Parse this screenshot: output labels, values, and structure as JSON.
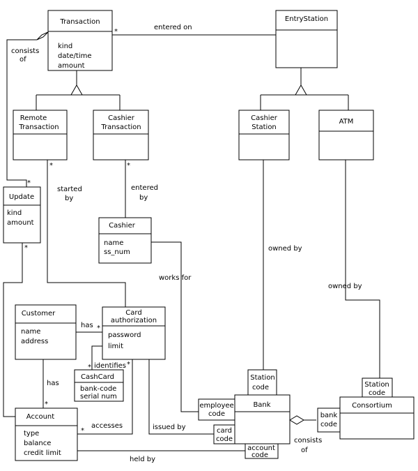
{
  "classes": {
    "transaction": {
      "name": "Transaction",
      "attrs": [
        "kind",
        "date/time",
        "amount"
      ]
    },
    "entry_station": {
      "name": "EntryStation"
    },
    "remote_transaction": {
      "name": [
        "Remote",
        "Transaction"
      ]
    },
    "cashier_transaction": {
      "name": [
        "Cashier",
        "Transaction"
      ]
    },
    "cashier_station": {
      "name": [
        "Cashier",
        "Station"
      ]
    },
    "atm": {
      "name": "ATM"
    },
    "update": {
      "name": "Update",
      "attrs": [
        "kind",
        "amount"
      ]
    },
    "cashier": {
      "name": "Cashier",
      "attrs": [
        "name",
        "ss_num"
      ]
    },
    "customer": {
      "name": "Customer",
      "attrs": [
        "name",
        "address"
      ]
    },
    "card_authorization": {
      "name": [
        "Card",
        "authorization"
      ],
      "attrs": [
        "password",
        "limit"
      ]
    },
    "cash_card": {
      "name": "CashCard",
      "attrs": [
        "bank-code",
        "serial num"
      ]
    },
    "account": {
      "name": "Account",
      "attrs": [
        "type",
        "balance",
        "credit limit"
      ]
    },
    "bank": {
      "name": "Bank"
    },
    "consortium": {
      "name": "Consortium"
    }
  },
  "qualifiers": {
    "station_code_bank": [
      "Station",
      "code"
    ],
    "station_code_consortium": [
      "Station",
      "code"
    ],
    "employee_code": [
      "employee",
      "code"
    ],
    "card_code": [
      "card",
      "code"
    ],
    "account_code": [
      "account",
      "code"
    ],
    "bank_code": [
      "bank",
      "code"
    ]
  },
  "associations": {
    "entered_on": "entered on",
    "consists_of_transaction": [
      "consists",
      "of"
    ],
    "started_by": [
      "started",
      "by"
    ],
    "entered_by": [
      "entered",
      "by"
    ],
    "owned_by_station": "owned by",
    "owned_by_atm": "owned by",
    "works_for": "works for",
    "has_card": "has",
    "has_account": "has",
    "identifies": "identifies",
    "accesses": "accesses",
    "issued_by": "issued by",
    "held_by": "held by",
    "consists_of_consortium": [
      "consists",
      "of"
    ]
  },
  "multiplicity": "*"
}
